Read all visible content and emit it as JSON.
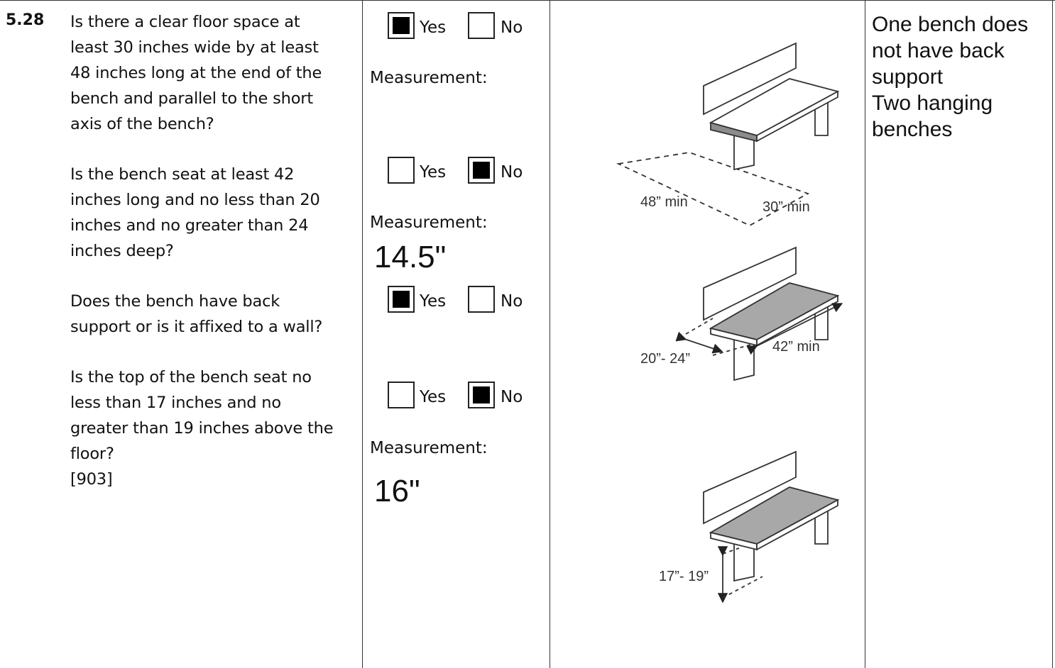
{
  "item": {
    "number": "5.28"
  },
  "questions": [
    {
      "lines": [
        "Is there a clear floor space at",
        "least 30 inches wide by at least",
        "48 inches long at the end of the",
        "bench and parallel to the short",
        "axis of the bench?"
      ],
      "answer": "yes",
      "measurement_label": "Measurement:",
      "measurement": ""
    },
    {
      "lines": [
        "Is the bench seat at least 42",
        "inches long and no less than 20",
        "inches and no greater than 24",
        "inches deep?"
      ],
      "answer": "no",
      "measurement_label": "Measurement:",
      "measurement": "14.5\""
    },
    {
      "lines": [
        "Does the bench have back",
        "support or is it affixed to a wall?"
      ],
      "answer": "yes"
    },
    {
      "lines": [
        "Is the top of the bench seat no",
        "less than 17 inches and no",
        "greater than 19 inches above the",
        "floor?",
        "[903]"
      ],
      "answer": "no",
      "measurement_label": "Measurement:",
      "measurement": "16\""
    }
  ],
  "options": {
    "yes": "Yes",
    "no": "No"
  },
  "figure_labels": {
    "f1_left": "48” min",
    "f1_right": "30” min",
    "f2_depth": "20”- 24”",
    "f2_length": "42” min",
    "f3_height": "17”- 19”"
  },
  "notes": [
    "One bench does",
    "not have back",
    "support",
    "Two hanging",
    "benches"
  ]
}
